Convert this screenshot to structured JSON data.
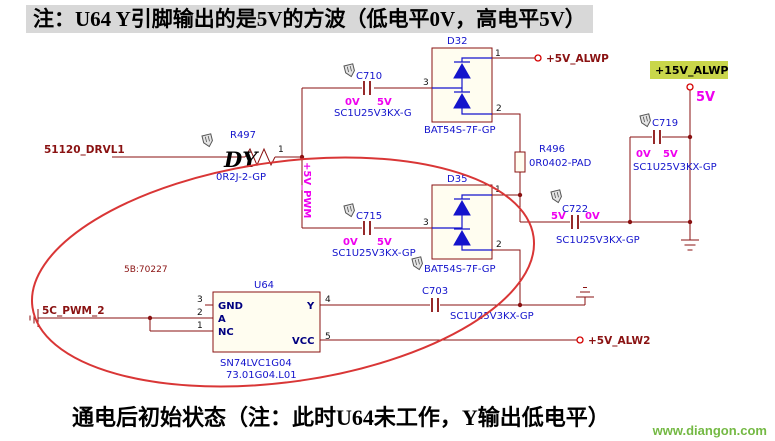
{
  "notes": {
    "top": "注：U64 Y引脚输出的是5V的方波（低电平0V，高电平5V）",
    "bottom": "通电后初始状态（注：此时U64未工作，Y输出低电平）",
    "dy": "DY",
    "sheet_ref": "5B:70227",
    "watermark": "www.diangon.com"
  },
  "nets": {
    "drvl1": "51120_DRVL1",
    "pwm_rail": "+5V_PWM",
    "alwp5": "+5V_ALWP",
    "alwp15": "+15V_ALWP",
    "alwp15_state": "5V",
    "alw2": "+5V_ALW2",
    "pwm2": "5C_PWM_2"
  },
  "parts": {
    "r497": {
      "ref": "R497",
      "value": "0R2J-2-GP",
      "pin1": "1"
    },
    "r496": {
      "ref": "R496",
      "value": "0R0402-PAD"
    },
    "c710": {
      "ref": "C710",
      "value": "SC1U25V3KX-G",
      "vl": "0V",
      "vr": "5V"
    },
    "c715": {
      "ref": "C715",
      "value": "SC1U25V3KX-GP",
      "vl": "0V",
      "vr": "5V"
    },
    "c719": {
      "ref": "C719",
      "value": "SC1U25V3KX-GP",
      "vl": "0V",
      "vr": "5V"
    },
    "c722": {
      "ref": "C722",
      "value": "SC1U25V3KX-GP",
      "vl": "5V",
      "vr": "0V"
    },
    "c703": {
      "ref": "C703",
      "value": "SC1U25V3KX-GP"
    },
    "d32": {
      "ref": "D32",
      "value": "BAT54S-7F-GP",
      "p1": "1",
      "p2": "2",
      "p3": "3"
    },
    "d35": {
      "ref": "D35",
      "value": "BAT54S-7F-GP",
      "p1": "1",
      "p2": "2",
      "p3": "3"
    },
    "u64": {
      "ref": "U64",
      "part": "SN74LVC1G04",
      "footprint": "73.01G04.L01",
      "gnd": {
        "name": "GND",
        "num": "3"
      },
      "a": {
        "name": "A",
        "num": "2"
      },
      "nc": {
        "name": "NC",
        "num": "1"
      },
      "y": {
        "name": "Y",
        "num": "4"
      },
      "vcc": {
        "name": "VCC",
        "num": "5"
      }
    }
  }
}
